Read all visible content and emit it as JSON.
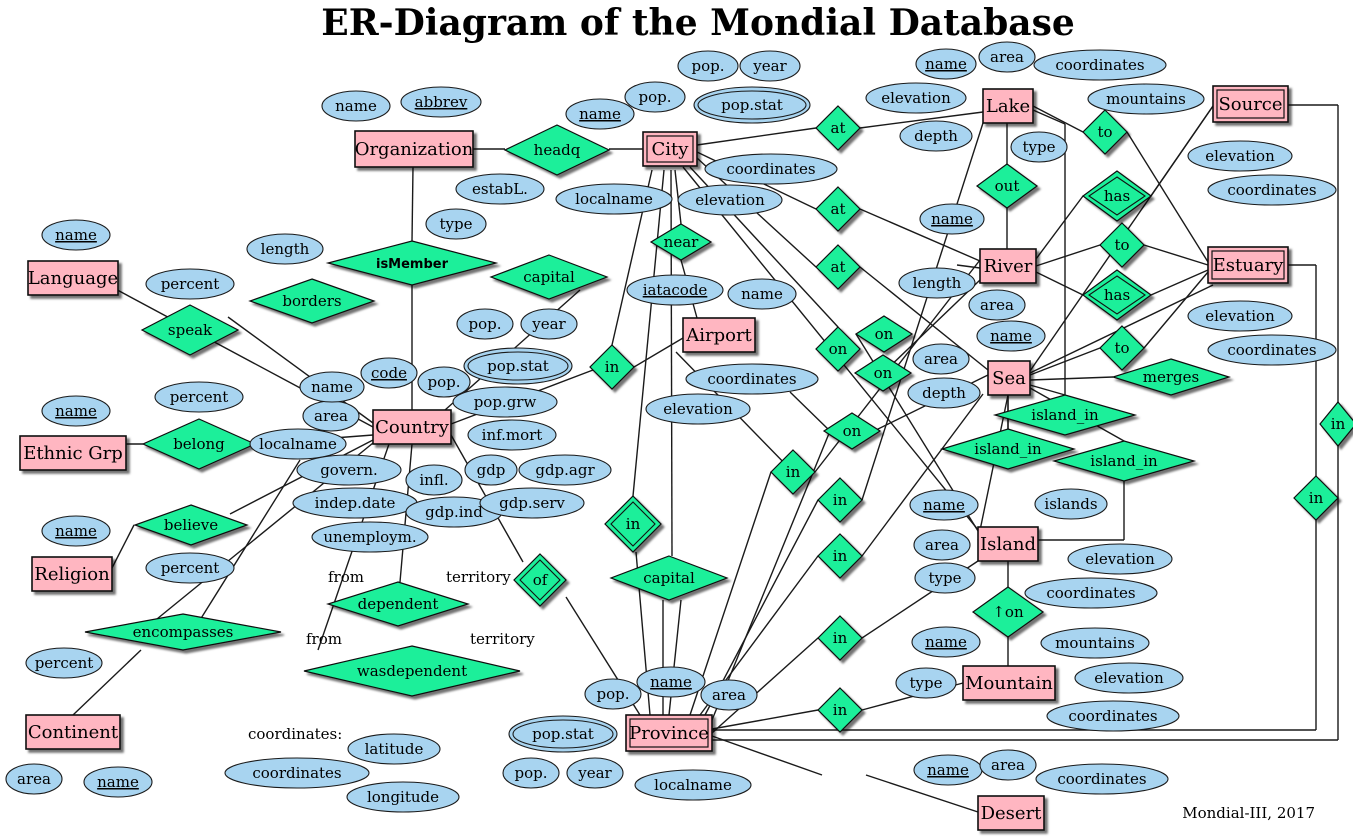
{
  "title": "ER-Diagram of the Mondial Database",
  "credit": "Mondial-III, 2017",
  "colors": {
    "entity_fill": "#ffb6c1",
    "attribute_fill": "#a8d4f0",
    "relationship_fill": "#1fef9a",
    "line": "#1a1a1a"
  },
  "entities": [
    {
      "id": "organization",
      "label": "Organization"
    },
    {
      "id": "city",
      "label": "City"
    },
    {
      "id": "lake",
      "label": "Lake"
    },
    {
      "id": "source",
      "label": "Source"
    },
    {
      "id": "language",
      "label": "Language"
    },
    {
      "id": "river",
      "label": "River"
    },
    {
      "id": "estuary",
      "label": "Estuary"
    },
    {
      "id": "airport",
      "label": "Airport"
    },
    {
      "id": "sea",
      "label": "Sea"
    },
    {
      "id": "country",
      "label": "Country"
    },
    {
      "id": "ethnic",
      "label": "Ethnic Grp"
    },
    {
      "id": "island",
      "label": "Island"
    },
    {
      "id": "religion",
      "label": "Religion"
    },
    {
      "id": "mountain",
      "label": "Mountain"
    },
    {
      "id": "continent",
      "label": "Continent"
    },
    {
      "id": "province",
      "label": "Province"
    },
    {
      "id": "desert",
      "label": "Desert"
    }
  ],
  "attributes": [
    {
      "label": "pop."
    },
    {
      "label": "year"
    },
    {
      "label": "name"
    },
    {
      "label": "area"
    },
    {
      "label": "coordinates"
    },
    {
      "label": "name"
    },
    {
      "label": "abbrev"
    },
    {
      "label": "name"
    },
    {
      "label": "pop."
    },
    {
      "label": "pop.stat"
    },
    {
      "label": "elevation"
    },
    {
      "label": "mountains"
    },
    {
      "label": "depth"
    },
    {
      "label": "type"
    },
    {
      "label": "elevation"
    },
    {
      "label": "estabL."
    },
    {
      "label": "coordinates"
    },
    {
      "label": "coordinates"
    },
    {
      "label": "localname"
    },
    {
      "label": "elevation"
    },
    {
      "label": "name"
    },
    {
      "label": "type"
    },
    {
      "label": "length"
    },
    {
      "label": "name"
    },
    {
      "label": "percent"
    },
    {
      "label": "length"
    },
    {
      "label": "iatacode"
    },
    {
      "label": "name"
    },
    {
      "label": "area"
    },
    {
      "label": "elevation"
    },
    {
      "label": "pop."
    },
    {
      "label": "year"
    },
    {
      "label": "name"
    },
    {
      "label": "coordinates"
    },
    {
      "label": "pop.stat"
    },
    {
      "label": "code"
    },
    {
      "label": "area"
    },
    {
      "label": "name"
    },
    {
      "label": "pop."
    },
    {
      "label": "depth"
    },
    {
      "label": "coordinates"
    },
    {
      "label": "percent"
    },
    {
      "label": "name"
    },
    {
      "label": "area"
    },
    {
      "label": "pop.grw"
    },
    {
      "label": "elevation"
    },
    {
      "label": "localname"
    },
    {
      "label": "inf.mort"
    },
    {
      "label": "govern."
    },
    {
      "label": "infl."
    },
    {
      "label": "gdp"
    },
    {
      "label": "gdp.agr"
    },
    {
      "label": "name"
    },
    {
      "label": "indep.date"
    },
    {
      "label": "gdp.ind"
    },
    {
      "label": "gdp.serv"
    },
    {
      "label": "islands"
    },
    {
      "label": "name"
    },
    {
      "label": "unemploym."
    },
    {
      "label": "area"
    },
    {
      "label": "elevation"
    },
    {
      "label": "percent"
    },
    {
      "label": "type"
    },
    {
      "label": "coordinates"
    },
    {
      "label": "name"
    },
    {
      "label": "mountains"
    },
    {
      "label": "percent"
    },
    {
      "label": "type"
    },
    {
      "label": "elevation"
    },
    {
      "label": "pop."
    },
    {
      "label": "name"
    },
    {
      "label": "area"
    },
    {
      "label": "coordinates"
    },
    {
      "label": "pop.stat"
    },
    {
      "label": "latitude"
    },
    {
      "label": "coordinates"
    },
    {
      "label": "area"
    },
    {
      "label": "name"
    },
    {
      "label": "pop."
    },
    {
      "label": "year"
    },
    {
      "label": "name"
    },
    {
      "label": "area"
    },
    {
      "label": "coordinates"
    },
    {
      "label": "longitude"
    },
    {
      "label": "localname"
    }
  ],
  "relationships": [
    {
      "label": "headq"
    },
    {
      "label": "at"
    },
    {
      "label": "to"
    },
    {
      "label": "out"
    },
    {
      "label": "has"
    },
    {
      "label": "isMember"
    },
    {
      "label": "near"
    },
    {
      "label": "at"
    },
    {
      "label": "to"
    },
    {
      "label": "capital"
    },
    {
      "label": "at"
    },
    {
      "label": "borders"
    },
    {
      "label": "speak"
    },
    {
      "label": "has"
    },
    {
      "label": "on"
    },
    {
      "label": "on"
    },
    {
      "label": "to"
    },
    {
      "label": "on"
    },
    {
      "label": "in"
    },
    {
      "label": "merges"
    },
    {
      "label": "island_in"
    },
    {
      "label": "belong"
    },
    {
      "label": "island_in"
    },
    {
      "label": "on"
    },
    {
      "label": "island_in"
    },
    {
      "label": "in"
    },
    {
      "label": "in"
    },
    {
      "label": "believe"
    },
    {
      "label": "in"
    },
    {
      "label": "in"
    },
    {
      "label": "in"
    },
    {
      "label": "of"
    },
    {
      "label": "capital"
    },
    {
      "label": "dependent"
    },
    {
      "label": "↑on"
    },
    {
      "label": "encompasses"
    },
    {
      "label": "in"
    },
    {
      "label": "wasdependent"
    },
    {
      "label": "in"
    },
    {
      "label": "in"
    }
  ],
  "notes": [
    {
      "label": "from"
    },
    {
      "label": "territory"
    },
    {
      "label": "from"
    },
    {
      "label": "territory"
    },
    {
      "label": "coordinates:"
    }
  ]
}
